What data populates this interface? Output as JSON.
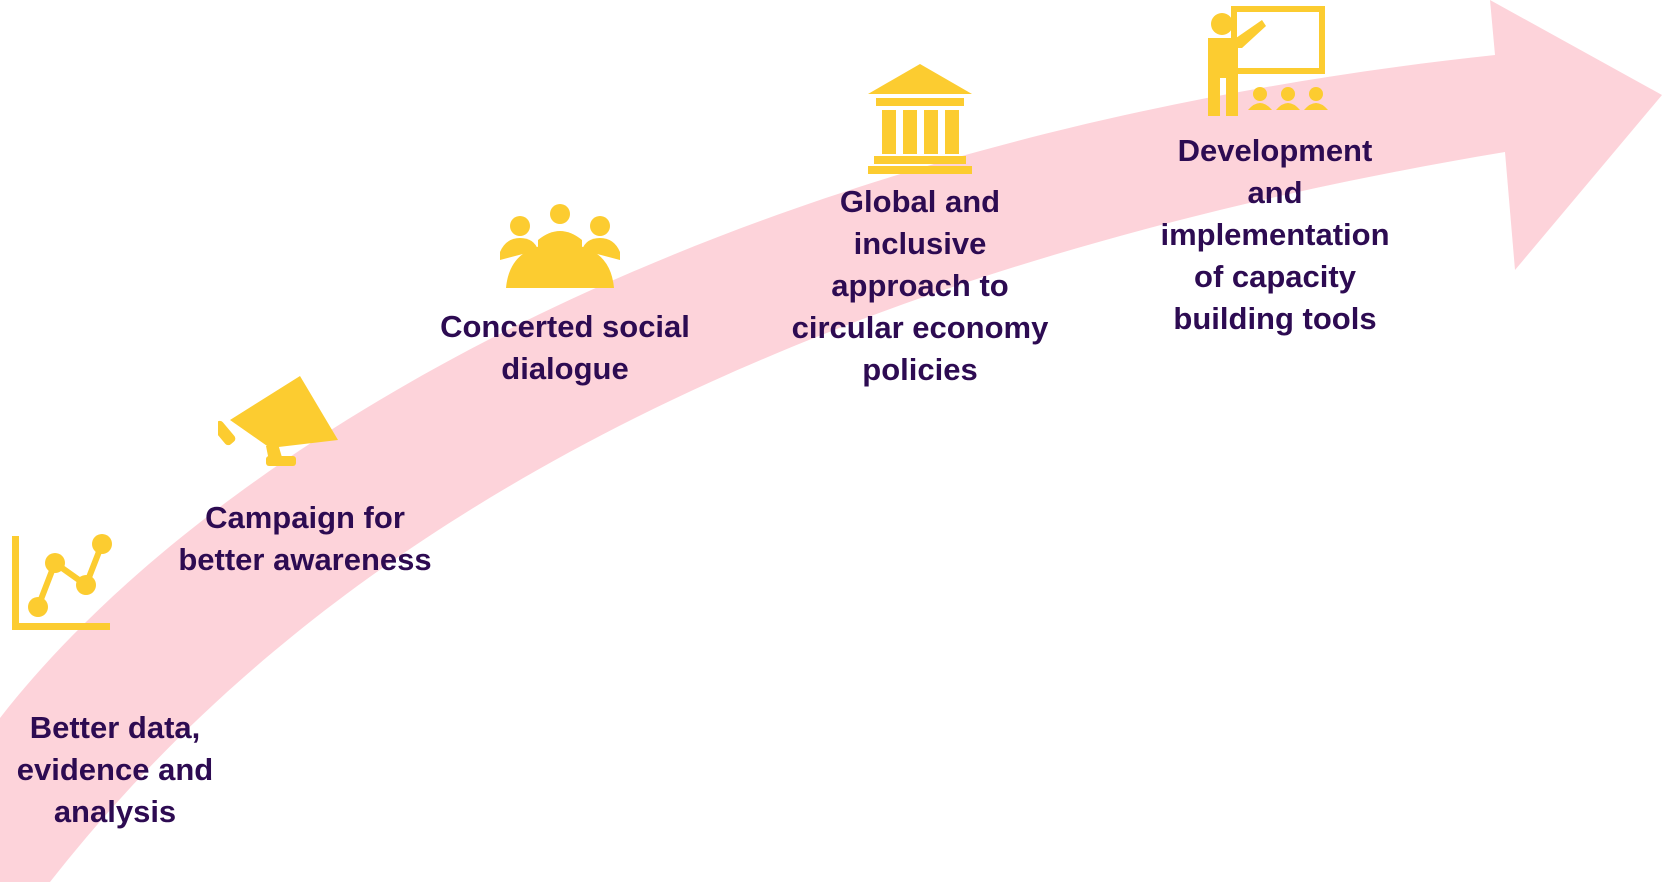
{
  "colors": {
    "arrow": "#fdd3da",
    "icon": "#fccc30",
    "text": "#2d0b52"
  },
  "steps": [
    {
      "icon": "line-chart-icon",
      "label": "Better data,\nevidence and\nanalysis"
    },
    {
      "icon": "megaphone-icon",
      "label": "Campaign for\nbetter awareness"
    },
    {
      "icon": "meeting-people-icon",
      "label": "Concerted social\ndialogue"
    },
    {
      "icon": "government-building-icon",
      "label": "Global and\ninclusive\napproach to\ncircular economy\npolicies"
    },
    {
      "icon": "presentation-training-icon",
      "label": "Development\nand\nimplementation\nof capacity\nbuilding tools"
    }
  ]
}
